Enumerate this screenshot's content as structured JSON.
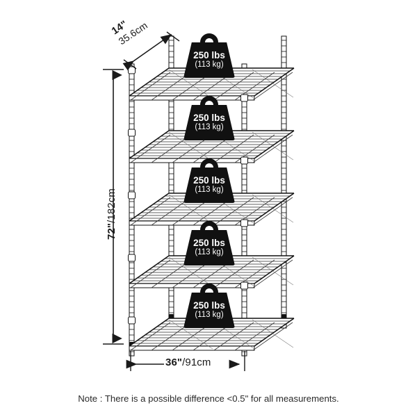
{
  "product": {
    "type": "5-tier wire shelving rack",
    "shelf_count": 5
  },
  "dimensions": {
    "depth": {
      "imperial": "14\"",
      "metric": "35.6cm",
      "label": "14\"/35.6cm"
    },
    "height": {
      "imperial": "72\"",
      "metric": "/182cm",
      "label": "72\"/182cm"
    },
    "width": {
      "imperial": "36\"",
      "metric": "/91cm",
      "label": "36\"/91cm"
    }
  },
  "weight_capacity": {
    "lbs": "250 lbs",
    "kg": "(113 kg)"
  },
  "shelves": [
    {
      "id": "shelf-1",
      "lbs": "250 lbs",
      "kg": "(113 kg)"
    },
    {
      "id": "shelf-2",
      "lbs": "250 lbs",
      "kg": "(113 kg)"
    },
    {
      "id": "shelf-3",
      "lbs": "250 lbs",
      "kg": "(113 kg)"
    },
    {
      "id": "shelf-4",
      "lbs": "250 lbs",
      "kg": "(113 kg)"
    },
    {
      "id": "shelf-5",
      "lbs": "250 lbs",
      "kg": "(113 kg)"
    }
  ],
  "note": "Note : There is a possible difference <0.5\" for all measurements.",
  "colors": {
    "background": "#ffffff",
    "line": "#1a1a1a",
    "badge": "#111111",
    "badge_text": "#ffffff",
    "wire": "#333333"
  }
}
